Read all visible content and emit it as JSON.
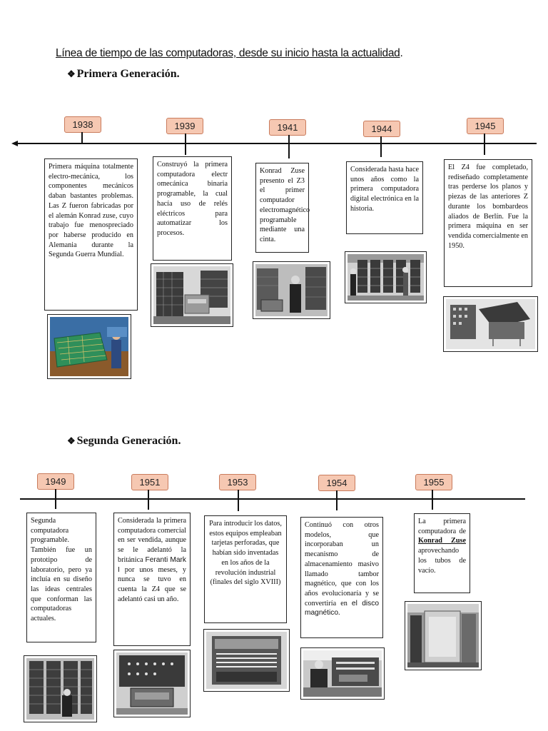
{
  "document": {
    "title": "Línea de tiempo de las computadoras, desde su inicio hasta la actualidad",
    "title_suffix": "."
  },
  "first_generation": {
    "heading": "Primera Generación.",
    "bullet": "❖",
    "events": [
      {
        "year": "1938",
        "text": "Primera máquina totalmente electro-mecánica, los componentes mecánicos daban bastantes problemas. Las Z fueron fabricadas por el alemán Konrad zuse, cuyo trabajo fue menospreciado por haberse producido en Alemania durante la Segunda Guerra Mundial."
      },
      {
        "year": "1939",
        "text": "Construyó la primera computadora electr omecánica binaria programable, la cual hacía uso de relés eléctricos para automatizar los procesos."
      },
      {
        "year": "1941",
        "text": " Konrad Zuse presento el Z3 el primer computador electromagnético programable mediante una cinta."
      },
      {
        "year": "1944",
        "text": "Considerada hasta hace unos años como la primera computadora digital electrónica en la historia."
      },
      {
        "year": "1945",
        "text": "El Z4 fue completado, rediseñado completamente tras perderse los planos y piezas de las anteriores Z durante los bombardeos aliados de Berlín. Fue la primera máquina en ser vendida comercialmente en 1950."
      }
    ]
  },
  "second_generation": {
    "heading": "Segunda Generación.",
    "bullet": "❖",
    "events": [
      {
        "year": "1949",
        "text": "Segunda computadora programable. También fue un prototipo de laboratorio, pero ya incluía en su diseño las ideas centrales que conforman las computadoras actuales."
      },
      {
        "year": "1951",
        "text_a": "Considerada la primera computadora comercial en ser vendida, aunque se le adelantó la británica ",
        "text_b": "Feranti Mark I",
        "text_c": " por unos meses, y nunca se tuvo en cuenta la Z4 que se adelantó casi un año."
      },
      {
        "year": "1953",
        "text": "Para introducir los datos, estos equipos empleaban tarjetas perforadas, que habían sido inventadas en los años de la revolución industrial (finales del siglo XVIII)"
      },
      {
        "year": "1954",
        "text_a": "Continuó con otros modelos, que incorporaban un mecanismo de almacenamiento masivo llamado tambor magnético, que con los años evolucionaría y se convertiría en ",
        "text_b": "el disco magnético",
        "text_c": "."
      },
      {
        "year": "1955",
        "text_a": "La primera computadora de ",
        "text_b": "Konrad Zuse",
        "text_c": " aprovechando los tubos de vacío."
      }
    ]
  }
}
